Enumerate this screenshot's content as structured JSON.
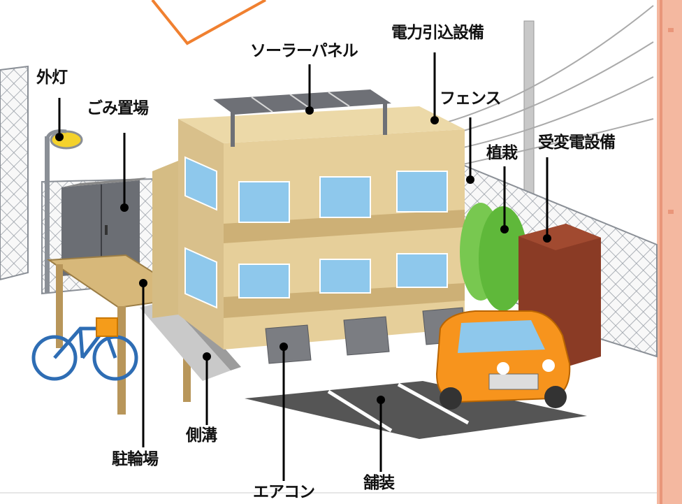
{
  "labels": {
    "outdoor_light": "外灯",
    "garbage": "ごみ置場",
    "solar_panel": "ソーラーパネル",
    "power_intake": "電力引込設備",
    "fence": "フェンス",
    "planting": "植栽",
    "substation": "受変電設備",
    "bike_parking": "駐輪場",
    "gutter": "側溝",
    "aircon": "エアコン",
    "pavement": "舗装"
  },
  "colors": {
    "accent_orange": "#f08030",
    "right_border": "#f4b8a0",
    "wall": "#e6cf9a",
    "window": "#8ec8ec",
    "car": "#f7941d",
    "substation": "#8a3b25",
    "tree": "#6cc24a",
    "asphalt": "#555555"
  }
}
